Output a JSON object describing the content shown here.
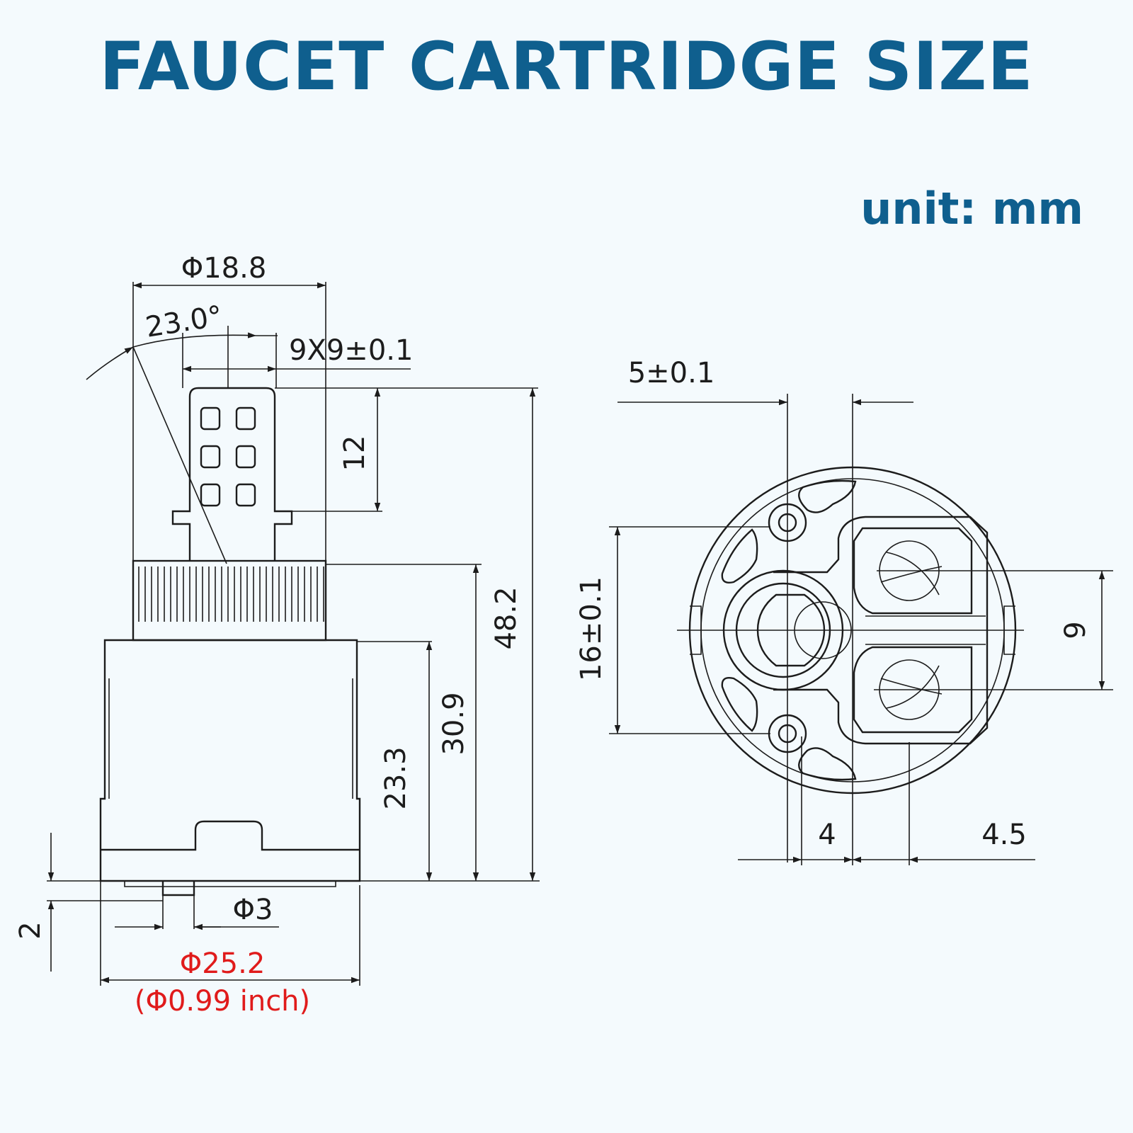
{
  "header": {
    "title": "FAUCET CARTRIDGE SIZE",
    "unit": "unit: mm"
  },
  "colors": {
    "title": "#0f5f8e",
    "highlight": "#e01b1b",
    "line": "#1c1c1c"
  },
  "side_view": {
    "top_diameter": "Φ18.8",
    "angle": "23.0°",
    "stem_size": "9X9±0.1",
    "stem_height": "12",
    "total_height": "48.2",
    "height_to_ring": "30.9",
    "body_height": "23.3",
    "base_offset": "2",
    "pin_diameter": "Φ3",
    "body_diameter": "Φ25.2",
    "body_diameter_inch": "(Φ0.99 inch)"
  },
  "bottom_view": {
    "pin_width": "5±0.1",
    "pin_spacing": "16±0.1",
    "port_spacing": "9",
    "offset_a": "4",
    "offset_b": "4.5"
  }
}
